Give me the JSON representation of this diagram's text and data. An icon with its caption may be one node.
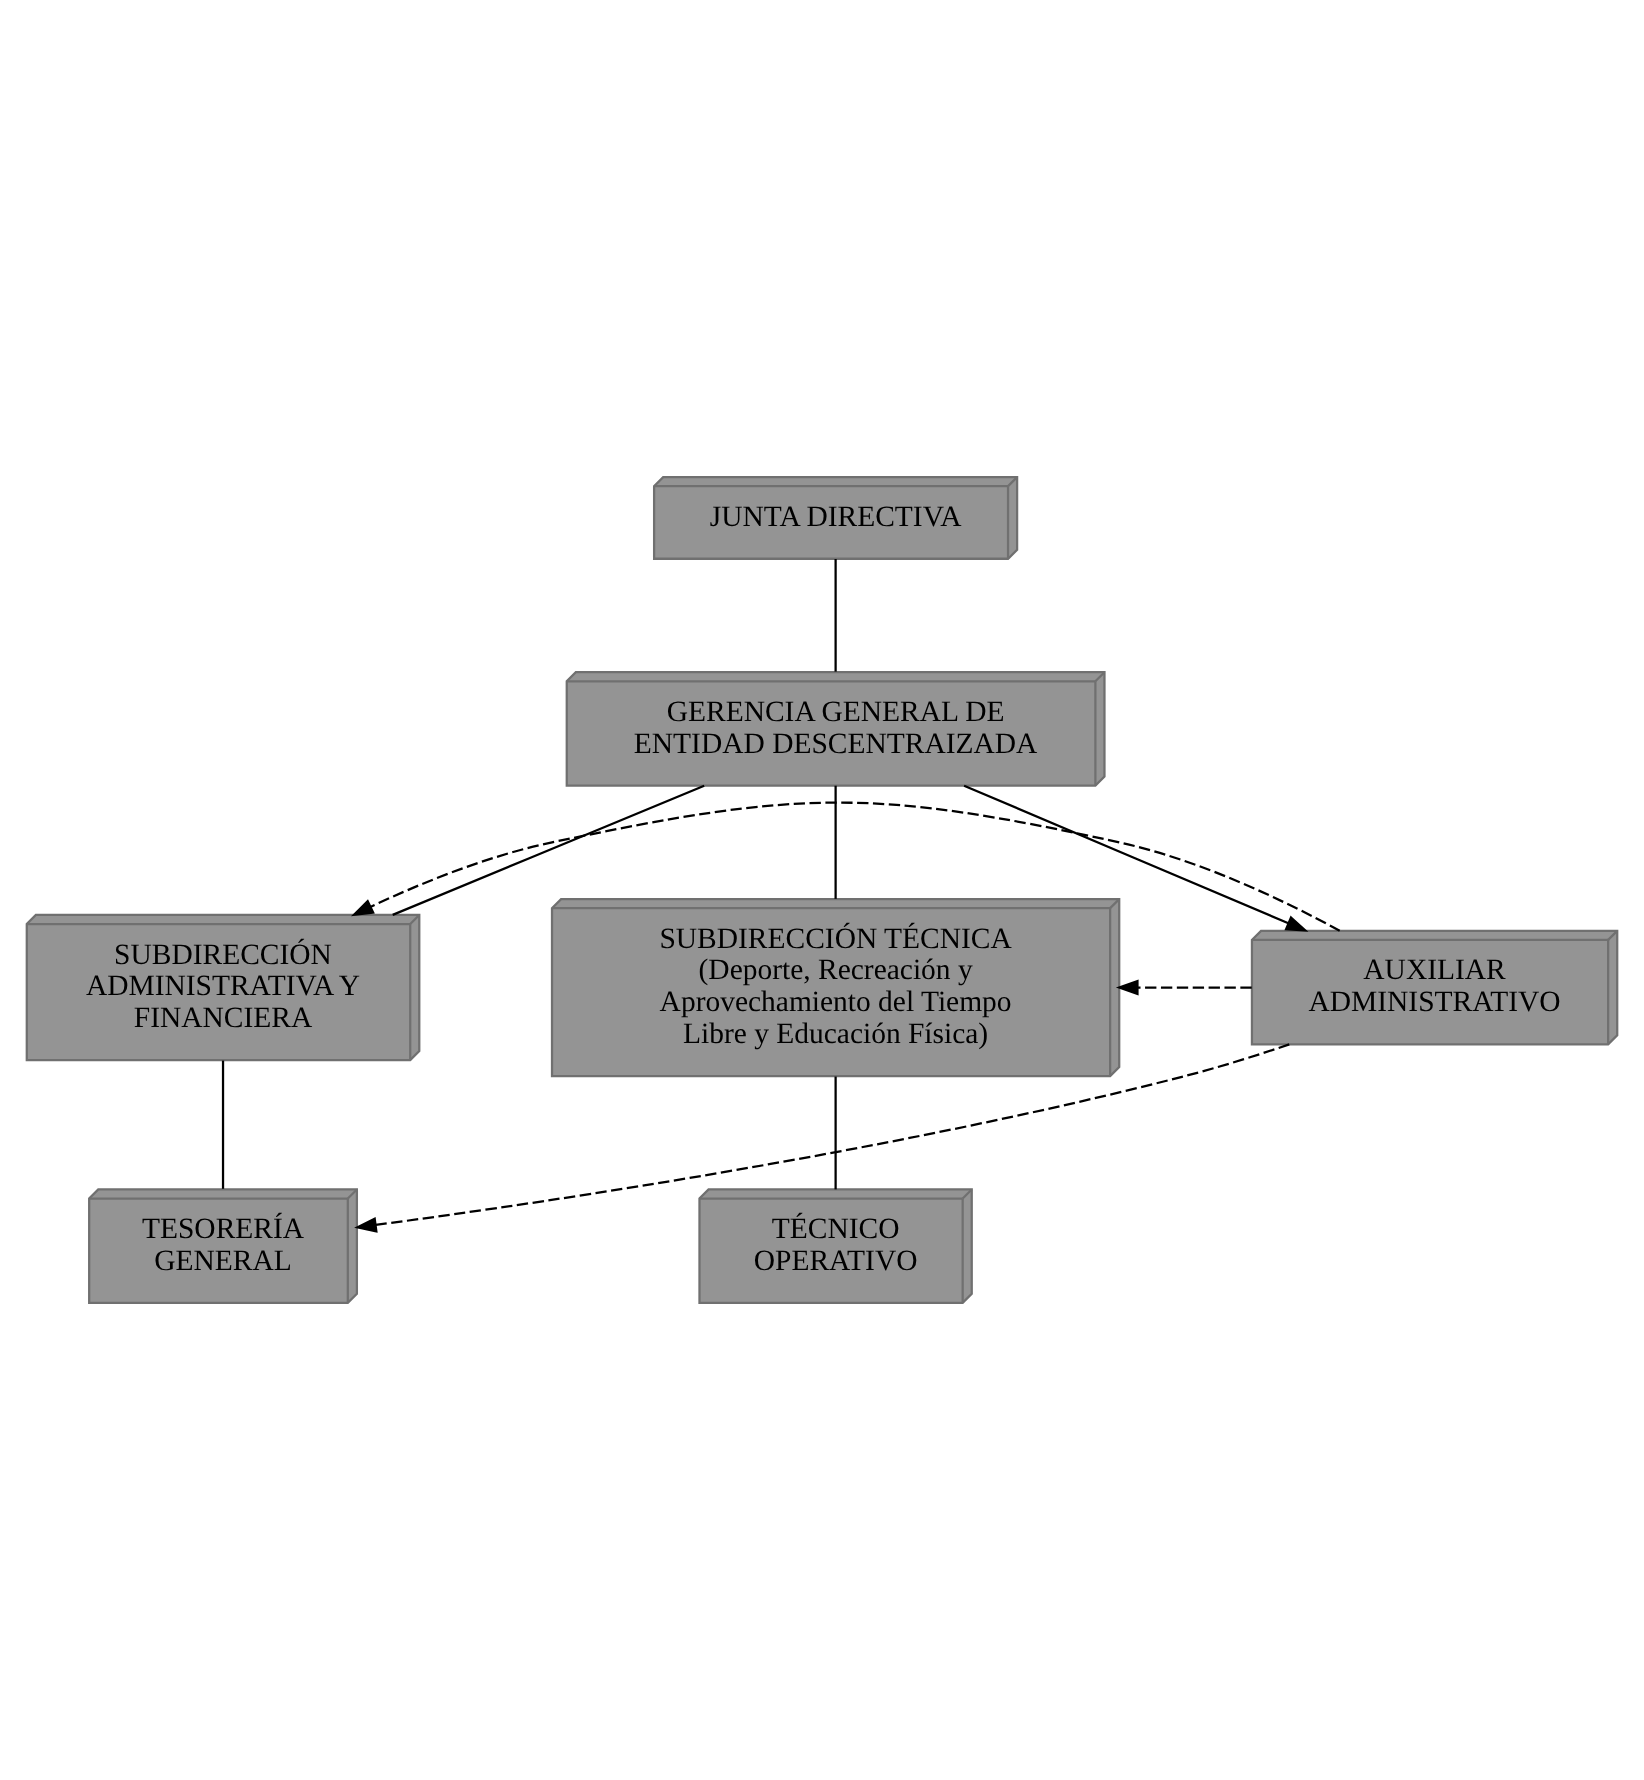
{
  "diagram": {
    "nodes": [
      {
        "text": [
          "JUNTA DIRECTIVA"
        ]
      },
      {
        "text": [
          "GERENCIA GENERAL DE ENTIDAD DESCENTRAIZADA"
        ]
      },
      {
        "text": [
          "SUBDIRECCIÓN ADMINISTRATIVA Y FINANCIERA"
        ]
      },
      {
        "text": [
          "SUBDIRECCIÓN TÉCNICA (Deporte, Recreación y Aprovechamiento del Tiempo Libre y Educación Física)"
        ]
      },
      {
        "text": [
          "TESORERÍA GENERAL"
        ]
      },
      {
        "text": [
          "TÉCNICO OPERATIVO"
        ]
      },
      {
        "text": [
          "AUXILIAR ADMINISTRATIVO"
        ]
      }
    ],
    "edges": [
      {
        "from": 0,
        "to": 1,
        "arrow": "none"
      },
      {
        "from": 1,
        "to": 2,
        "arrow": "none"
      },
      {
        "from": 1,
        "to": 3,
        "arrow": "none"
      },
      {
        "from": 1,
        "to": 6,
        "arrow": "to"
      },
      {
        "from": 2,
        "to": 4,
        "arrow": "none"
      },
      {
        "from": 3,
        "to": 5,
        "arrow": "none"
      },
      {
        "from": 6,
        "to": 2,
        "arrow": "to",
        "style": "dashed"
      },
      {
        "from": 6,
        "to": 3,
        "arrow": "to",
        "style": "dashed"
      },
      {
        "from": 6,
        "to": 4,
        "arrow": "to",
        "style": "dashed"
      }
    ]
  }
}
